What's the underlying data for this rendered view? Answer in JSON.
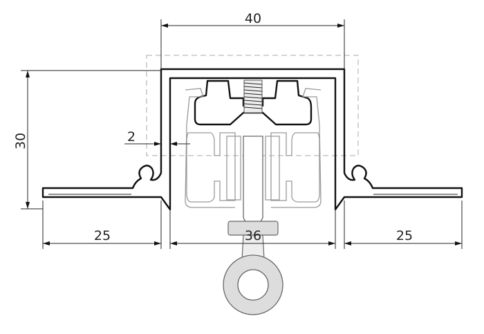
{
  "drawing": {
    "dimensions": {
      "top_width": "40",
      "height": "30",
      "wall_thickness": "2",
      "left_flange": "25",
      "inner_width": "36",
      "right_flange": "25"
    }
  }
}
